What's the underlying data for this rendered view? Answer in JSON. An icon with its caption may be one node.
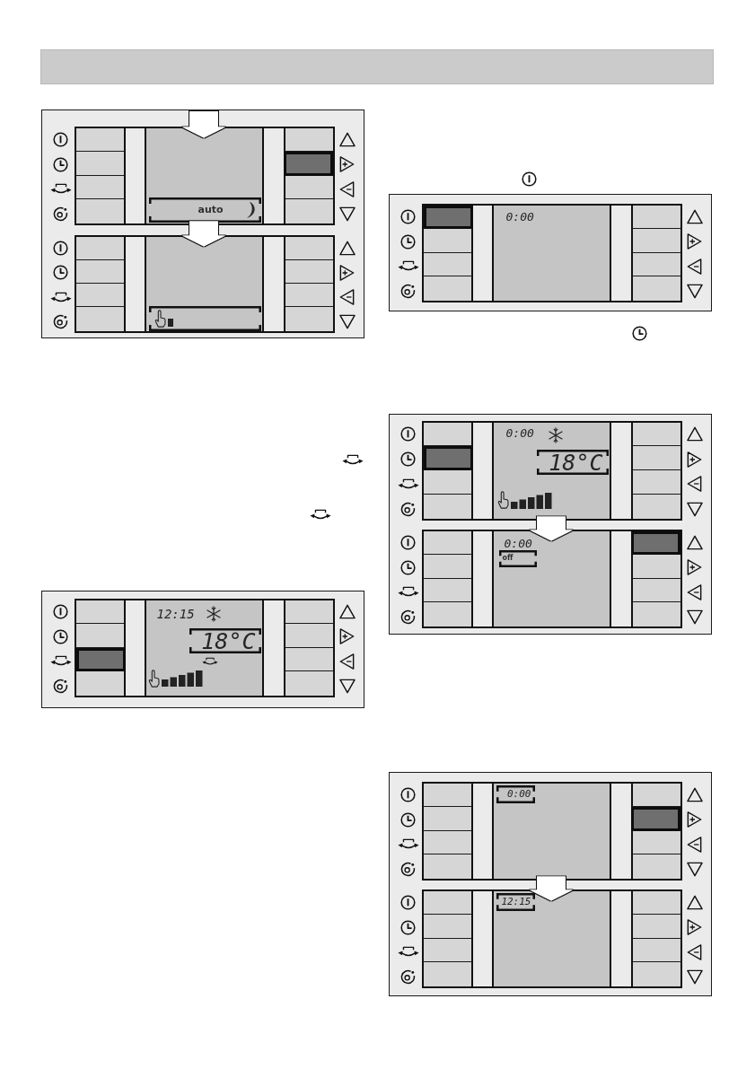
{
  "diagram": {
    "nodes": [
      {
        "text": [
          "auto"
        ]
      },
      {
        "text": [],
        "shape": "box"
      },
      {
        "text": [
          "12:15",
          "18°C"
        ]
      },
      {
        "text": [
          "0:00"
        ]
      },
      {
        "text": [
          "0:00",
          "18°C"
        ]
      },
      {
        "text": [
          "0:00",
          "off"
        ]
      },
      {
        "text": [
          "0:00"
        ]
      },
      {
        "text": [
          "12:15"
        ]
      }
    ],
    "edges": [
      {
        "from": null,
        "to": 0,
        "arrow": "to"
      },
      {
        "from": 0,
        "to": 1,
        "arrow": "to"
      },
      {
        "from": 4,
        "to": 5,
        "arrow": "to"
      },
      {
        "from": 6,
        "to": 7,
        "arrow": "to"
      }
    ]
  }
}
